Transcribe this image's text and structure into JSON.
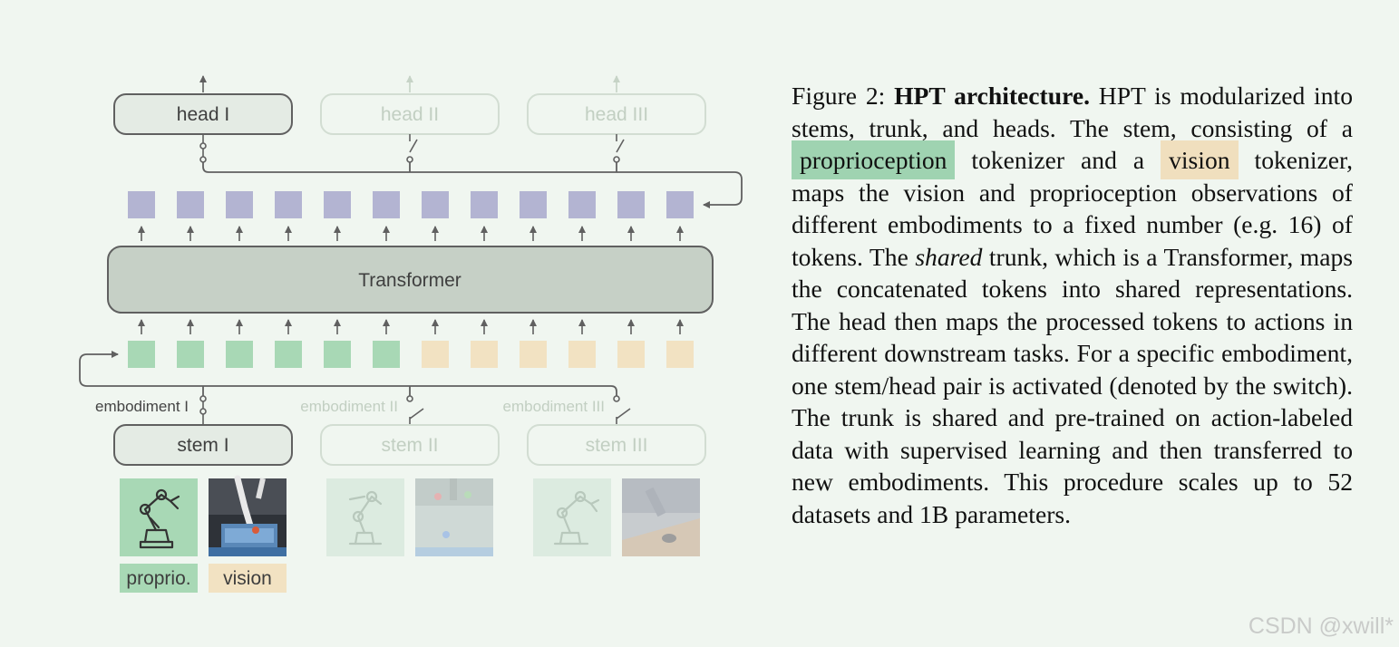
{
  "figure": {
    "heads": [
      "head I",
      "head II",
      "head III"
    ],
    "trunk_label": "Transformer",
    "stems": [
      "stem I",
      "stem II",
      "stem III"
    ],
    "embodiments": [
      "embodiment I",
      "embodiment II",
      "embodiment III"
    ],
    "modality_labels": {
      "proprio": "proprio.",
      "vision": "vision"
    },
    "token_counts": {
      "output_tokens": 12,
      "proprio_tokens": 6,
      "vision_tokens": 6
    },
    "colors": {
      "output_token": "#b3b4d2",
      "proprio": "#a8d8b5",
      "vision": "#f2e2c2",
      "transformer": "#c6d0c6",
      "active_box": "#e4ebe4",
      "line": "#606060",
      "faded": "#c6d3c6"
    },
    "icons": [
      "robot-arm-icon",
      "robot-photo-image"
    ]
  },
  "caption": {
    "prefix": "Figure 2: ",
    "title": "HPT architecture.",
    "part1": " HPT is modularized into stems, trunk, and heads. The stem, consisting of a ",
    "highlight_proprio": "proprioception",
    "part2": " tokenizer and a ",
    "highlight_vision": "vision",
    "part3": " tokenizer, maps the vision and proprioception observations of different embodiments to a fixed number (e.g. 16) of tokens. The ",
    "shared": "shared",
    "part4": " trunk, which is a Transformer, maps the concatenated tokens into shared representations. The head then maps the processed tokens to actions in different downstream tasks. For a specific embodiment, one stem/head pair is activated (denoted by the switch). The trunk is shared and pre-trained on action-labeled data with supervised learning and then transferred to new embodiments. This procedure scales up to 52 datasets and 1B parameters."
  },
  "watermark": "CSDN @xwill*"
}
